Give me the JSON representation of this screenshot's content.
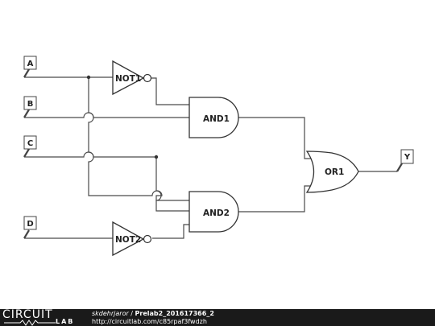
{
  "circuit": {
    "inputs": [
      {
        "id": "A",
        "label": "A"
      },
      {
        "id": "B",
        "label": "B"
      },
      {
        "id": "C",
        "label": "C"
      },
      {
        "id": "D",
        "label": "D"
      }
    ],
    "outputs": [
      {
        "id": "Y",
        "label": "Y"
      }
    ],
    "gates": [
      {
        "id": "NOT1",
        "type": "NOT",
        "label": "NOT1"
      },
      {
        "id": "NOT2",
        "type": "NOT",
        "label": "NOT2"
      },
      {
        "id": "AND1",
        "type": "AND",
        "label": "AND1"
      },
      {
        "id": "AND2",
        "type": "AND",
        "label": "AND2"
      },
      {
        "id": "OR1",
        "type": "OR",
        "label": "OR1"
      }
    ],
    "connections": [
      {
        "from": "A",
        "to": "NOT1"
      },
      {
        "from": "D",
        "to": "NOT2"
      },
      {
        "from": "NOT1",
        "to": "AND1"
      },
      {
        "from": "B",
        "to": "AND1"
      },
      {
        "from": "A",
        "to": "AND2"
      },
      {
        "from": "C",
        "to": "AND2"
      },
      {
        "from": "NOT2",
        "to": "AND2"
      },
      {
        "from": "AND1",
        "to": "OR1"
      },
      {
        "from": "AND2",
        "to": "OR1"
      },
      {
        "from": "OR1",
        "to": "Y"
      }
    ]
  },
  "footer": {
    "logo_top": "CIRCUIT",
    "logo_bottom": "LAB",
    "author": "skdehrjaror",
    "separator": " / ",
    "title": "Prelab2_201617366_2",
    "url": "http://circuitlab.com/c85rpaf3fwdzh"
  }
}
